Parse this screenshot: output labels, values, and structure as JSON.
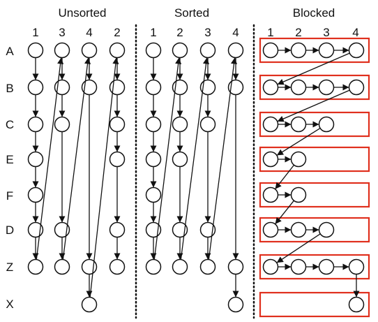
{
  "panels": {
    "unsorted": {
      "title": "Unsorted",
      "columns": [
        "1",
        "3",
        "4",
        "2"
      ]
    },
    "sorted": {
      "title": "Sorted",
      "columns": [
        "1",
        "2",
        "3",
        "4"
      ]
    },
    "blocked": {
      "title": "Blocked",
      "columns": [
        "1",
        "2",
        "3",
        "4"
      ]
    }
  },
  "rows": [
    "A",
    "B",
    "C",
    "E",
    "F",
    "D",
    "Z",
    "X"
  ],
  "colors": {
    "stroke": "#111111",
    "block_border": "#e0301e"
  }
}
